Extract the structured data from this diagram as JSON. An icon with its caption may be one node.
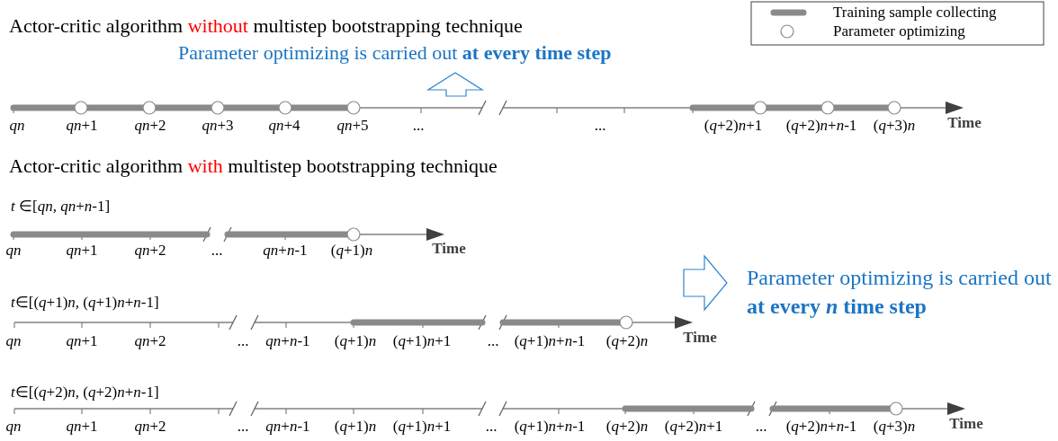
{
  "diagram": {
    "labels": [
      "Actor-critic algorithm without multistep bootstrapping technique",
      "Parameter optimizing is carried out **at every time step**",
      "*qn*",
      "*qn*+1",
      "*qn*+2",
      "*qn*+3",
      "*qn*+4",
      "*qn*+5",
      "...",
      "...",
      "(*q*+2)*n*+1",
      "(*q*+2)*n*+*n*-1",
      "(*q*+3)*n*",
      "Time",
      "Actor-critic algorithm with multistep bootstrapping technique",
      "*t* ∈[*qn, qn*+*n*-1]",
      "*qn*",
      "*qn*+1",
      "*qn*+2",
      "...",
      "*qn*+*n*-1",
      "(*q*+1)*n*",
      "Time",
      "Parameter optimizing is carried out **at every *n* time step**",
      "*t*∈[(*q*+1)*n,* (*q*+1)*n*+*n*-1]",
      "*qn*",
      "*qn*+1",
      "*qn*+2",
      "...",
      "*qn*+*n*-1",
      "(*q*+1)*n*",
      "(*q*+1)*n*+1",
      "...",
      "(*q*+1)*n*+*n*-1",
      "(*q*+2)*n*",
      "Time",
      "*t*∈[(*q*+2)*n*, (*q*+2)*n*+*n*-1]",
      "*qn*",
      "*qn*+1",
      "*qn*+2",
      "...",
      "*qn*+*n*-1",
      "(*q*+1)*n*",
      "(*q*+1)*n*+1",
      "...",
      "(*q*+1)*n*+*n*-1",
      "(*q*+2)*n*",
      "(*q*+2)*n*+1",
      "...",
      "(*q*+2)*n*+*n*-1",
      "(*q*+3)*n*",
      "Time"
    ],
    "legend": [
      {
        "text": "Training sample collecting"
      },
      {
        "text": "Parameter optimizing"
      }
    ]
  }
}
